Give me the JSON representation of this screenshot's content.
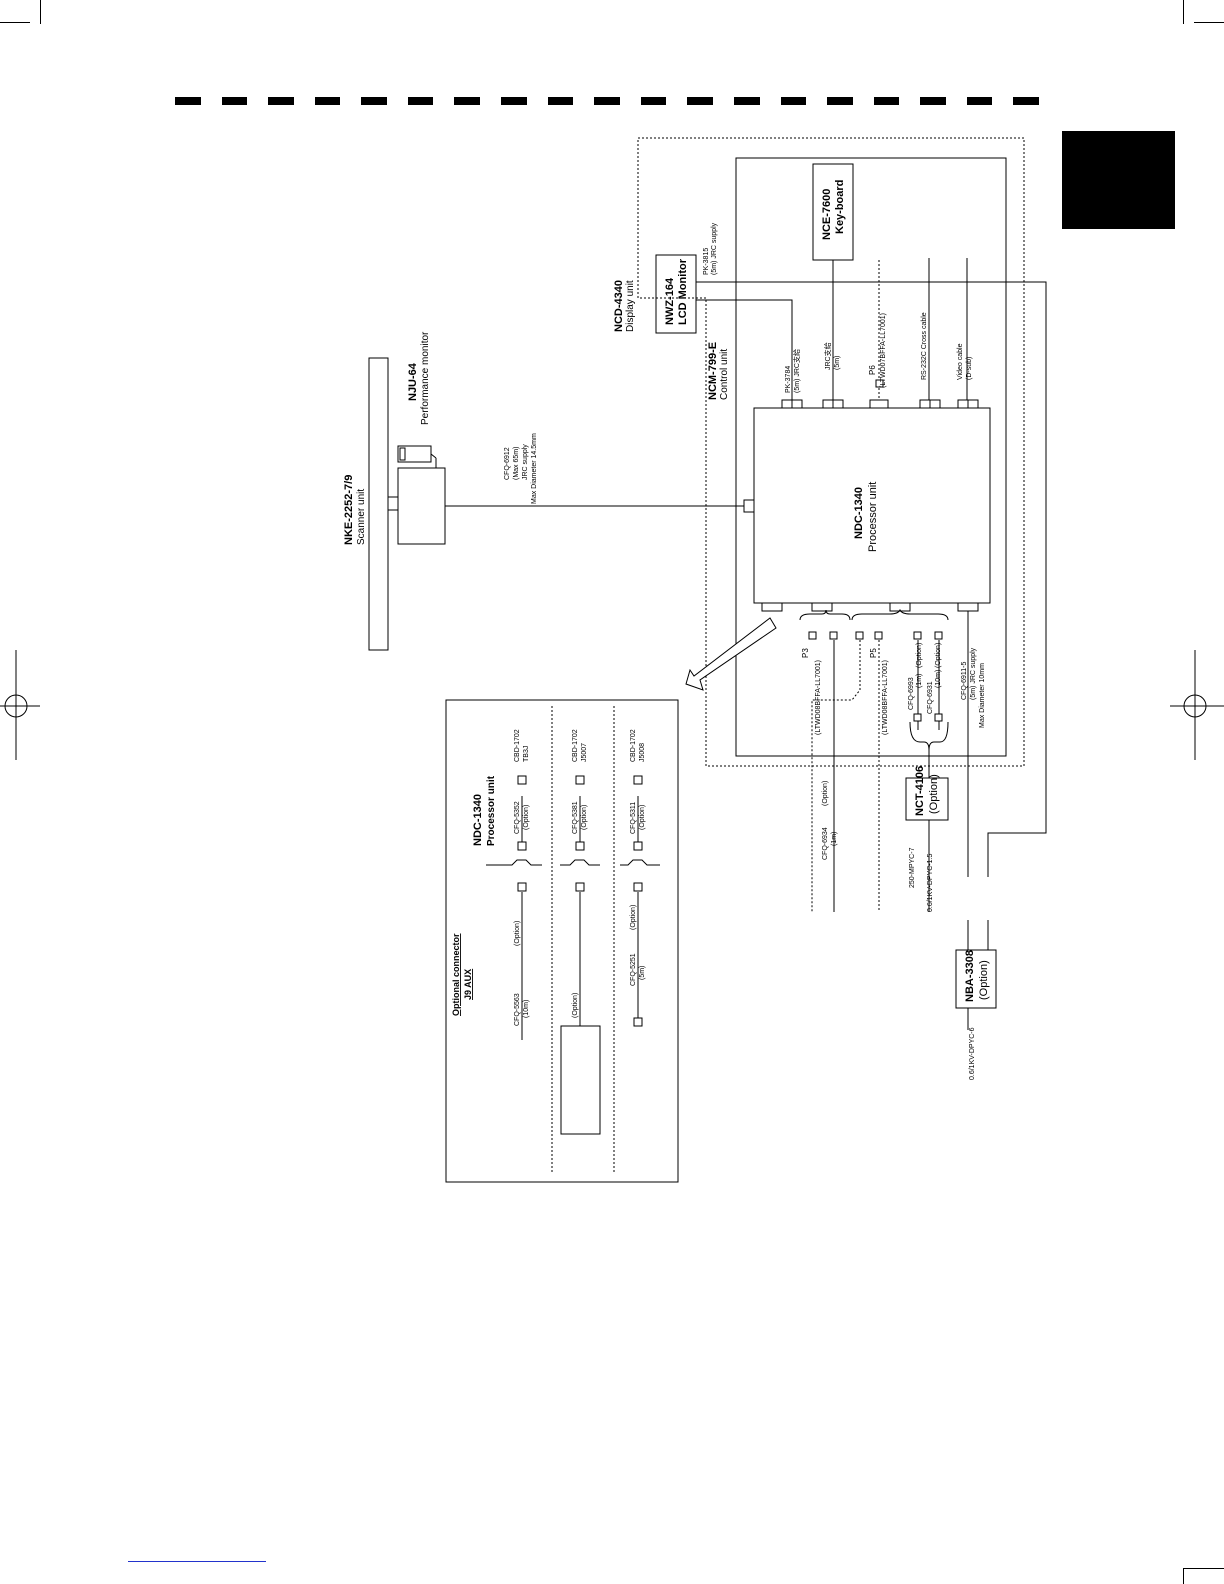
{
  "units": {
    "scanner": {
      "model": "NKE-2252-7/9",
      "name": "Scanner unit"
    },
    "perf_monitor": {
      "model": "NJU-64",
      "name": "Performance monitor"
    },
    "display": {
      "model": "NCD-4340",
      "name": "Display unit"
    },
    "lcd": {
      "model": "NWZ-164",
      "name": "LCD Monitor"
    },
    "keyboard": {
      "model": "NCE-7600",
      "name": "Key-board"
    },
    "control": {
      "model": "NCM-799-E",
      "name": "Control unit"
    },
    "processor": {
      "model": "NDC-1340",
      "name": "Processor unit"
    },
    "nct": {
      "model": "NCT-4106",
      "name": "(Option)"
    },
    "nba": {
      "model": "NBA-3308",
      "name": "(Option)"
    }
  },
  "cables": {
    "scanner_cable": {
      "l1": "CFQ-6912",
      "l2": "(Max 65m)",
      "l3": "JRC supply",
      "l4": "Max Diameter 14.5mm"
    },
    "lcd_cable": {
      "l1": "PK-3815",
      "l2": "(5m) JRC supply"
    },
    "pk3784": {
      "l1": "PK-3784",
      "l2": "(5m) JRC支給"
    },
    "kb_cable": {
      "l1": "JRC支給",
      "l2": "(5m)"
    },
    "p6": {
      "l1": "P6",
      "l2": "(LTWD07BFFA-LL7001)"
    },
    "rs232c": {
      "l1": "RS-232C Cross cable"
    },
    "video": {
      "l1": "Video cable",
      "l2": "(D-sub)"
    },
    "p3": {
      "l1": "P3",
      "l2": "(LTWD08BFFA-LL7001)"
    },
    "p5": {
      "l1": "P5",
      "l2": "(LTWD08BFFA-LL7001)"
    },
    "cfq6993": {
      "l1": "CFQ-6993",
      "l2": "(1m)",
      "opt": "(Option)"
    },
    "cfq6931": {
      "l1": "CFQ-6931",
      "l2": "(10m)",
      "opt": "(Option)"
    },
    "cfq6911": {
      "l1": "CFQ-6911-5",
      "l2": "(5m) JRC supply",
      "l3": "Max Diameter 10mm"
    },
    "cfq6934": {
      "l1": "CFQ-6934",
      "l2": "(1m)",
      "opt": "(Option)"
    },
    "mpyc": {
      "l1": "250-MPYC-7"
    },
    "dpyc15": {
      "l1": "0.6/1KV-DPYC-1.5"
    },
    "dpyc6": {
      "l1": "0.6/1KV-DPYC-6"
    }
  },
  "optional": {
    "title": "Optional connector",
    "subtitle": "J9 AUX",
    "processor_model": "NDC-1340",
    "processor_name": "Processor unit",
    "row1": {
      "cable": "CFQ-5563",
      "len": "(10m)",
      "opt": "(Option)",
      "p_cable": "CFQ-5352",
      "p_opt": "(Option)",
      "conn": "CBD-1702",
      "conn_id": "TB3J"
    },
    "row2": {
      "left_opt": "(Option)",
      "p_cable": "CFQ-5381",
      "p_opt": "(Option)",
      "conn": "CBD-1702",
      "conn_id": "J5007"
    },
    "row3": {
      "cable": "CFQ-5251",
      "len": "(5m)",
      "opt": "(Option)",
      "p_cable": "CFQ-5311",
      "p_opt": "(Option)",
      "conn": "CBD-1702",
      "conn_id": "J5008"
    }
  }
}
